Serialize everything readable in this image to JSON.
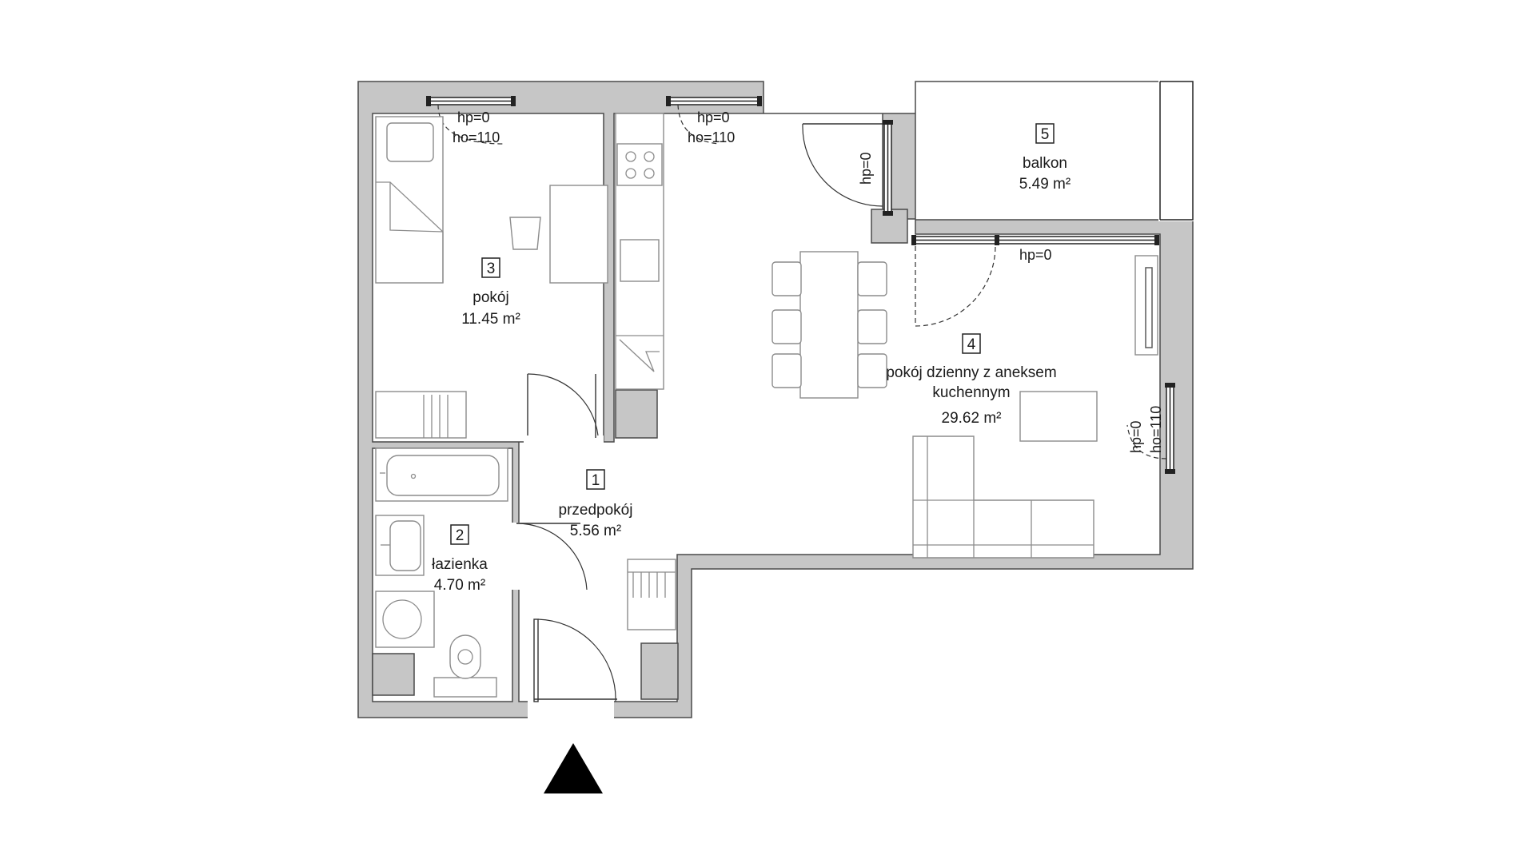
{
  "rooms": [
    {
      "number": "1",
      "name": "przedpokój",
      "area": "5.56 m²"
    },
    {
      "number": "2",
      "name": "łazienka",
      "area": "4.70 m²"
    },
    {
      "number": "3",
      "name": "pokój",
      "area": "11.45 m²"
    },
    {
      "number": "4",
      "name_line1": "pokój dzienny z aneksem",
      "name_line2": "kuchennym",
      "area": "29.62 m²"
    },
    {
      "number": "5",
      "name": "balkon",
      "area": "5.49 m²"
    }
  ],
  "window_labels": {
    "w1_hp": "hp=0",
    "w1_ho": "ho=110",
    "w2_hp": "hp=0",
    "w2_ho": "ho=110",
    "w3_hp": "hp=0",
    "w4_hp": "hp=0",
    "w5_hp": "hp=0",
    "w5_ho": "ho=110"
  },
  "icons": [
    "north-arrow-icon"
  ],
  "colors": {
    "wall_fill": "#c6c6c6",
    "line": "#222222"
  }
}
